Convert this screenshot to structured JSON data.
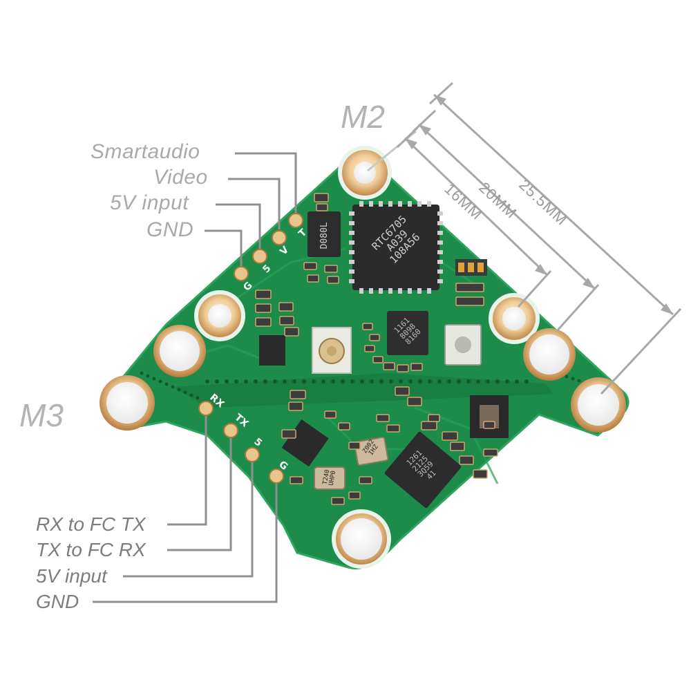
{
  "corner_labels": {
    "top": "M2",
    "left": "M3"
  },
  "top_pads": [
    {
      "label": "Smartaudio"
    },
    {
      "label": "Video"
    },
    {
      "label": "5V input"
    },
    {
      "label": "GND"
    }
  ],
  "bottom_pads": [
    {
      "label": "RX to FC TX"
    },
    {
      "label": "TX to FC RX"
    },
    {
      "label": "5V input"
    },
    {
      "label": "GND"
    }
  ],
  "dimensions": [
    {
      "label": "16MM"
    },
    {
      "label": "20MM"
    },
    {
      "label": "25.5MM"
    }
  ],
  "silkscreen": {
    "rx": "RX",
    "tx": "TX",
    "five": "5",
    "g": "G",
    "top_t": "T",
    "top_v": "V",
    "top_five": "5",
    "top_g": "G"
  },
  "chips": {
    "main_ic": "RTC6705\nA039\n108A56",
    "regulator": "D080L",
    "secondary_ic": "1161\n8098\n8160",
    "lower_ic": "1261\n2125\n3Q59\n41",
    "crystal": "Z002\nIHZ",
    "cap": "T240\nUHP0"
  },
  "colors": {
    "board": "#1c8a49",
    "board_edge": "#2a9d58",
    "copper": "#d9a464",
    "label_gray": "#a9a9a9",
    "line_gray": "#8f8f8f"
  }
}
